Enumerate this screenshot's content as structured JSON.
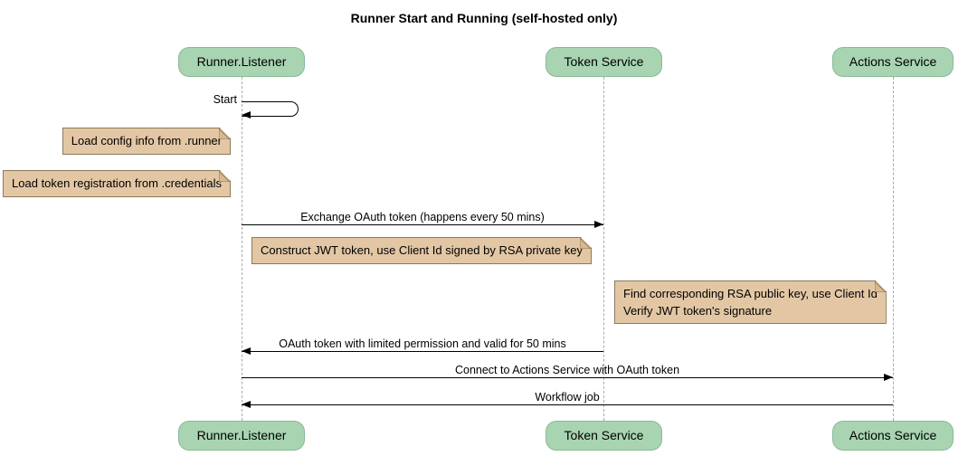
{
  "title": "Runner Start and Running (self-hosted only)",
  "participants": [
    {
      "name": "Runner.Listener"
    },
    {
      "name": "Token Service"
    },
    {
      "name": "Actions Service"
    }
  ],
  "messages": {
    "start": "Start",
    "exchange": "Exchange OAuth token (happens every 50 mins)",
    "oauth_return": "OAuth token with limited permission and valid for 50 mins",
    "connect": "Connect to Actions Service with OAuth token",
    "workflow": "Workflow job"
  },
  "notes": {
    "load_config": "Load config info from .runner",
    "load_token": "Load token registration from .credentials",
    "construct_jwt": "Construct JWT token, use Client Id signed by RSA private key",
    "verify_jwt": "Find corresponding RSA public key, use Client Id\nVerify JWT token's signature"
  },
  "colors": {
    "participant-fill": "#a8d4b2",
    "participant-border": "#89b897",
    "note-fill": "#e3c7a5",
    "note-border": "#8a7a59",
    "note-fold": "#d8b98f",
    "lifeline": "#aaaaaa",
    "arrow": "#000000",
    "text": "#111111"
  }
}
